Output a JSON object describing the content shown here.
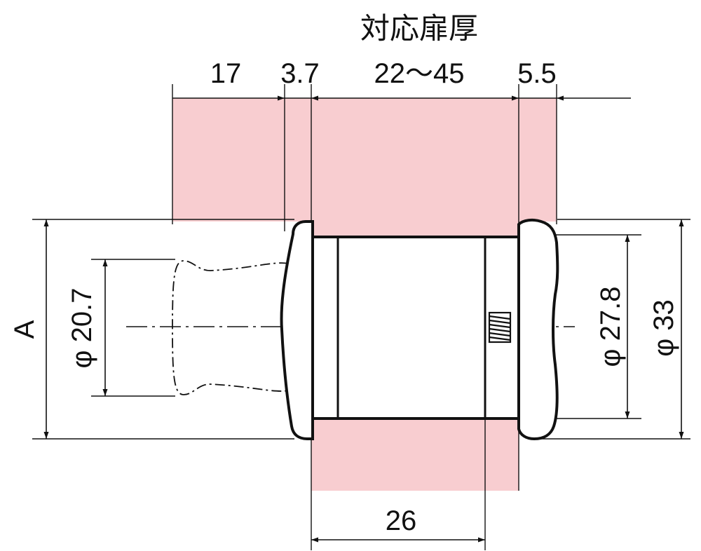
{
  "title": "対応扉厚",
  "dimensions": {
    "top_17": "17",
    "top_3_7": "3.7",
    "top_door_range": "22〜45",
    "top_5_5": "5.5",
    "bottom_26": "26",
    "left_a": "A",
    "left_dia_20_7": "φ 20.7",
    "right_dia_27_8": "φ 27.8",
    "right_dia_33": "φ 33"
  },
  "colors": {
    "door_fill": "#f8cdd0",
    "line": "#111111",
    "part_fill": "#ffffff"
  }
}
